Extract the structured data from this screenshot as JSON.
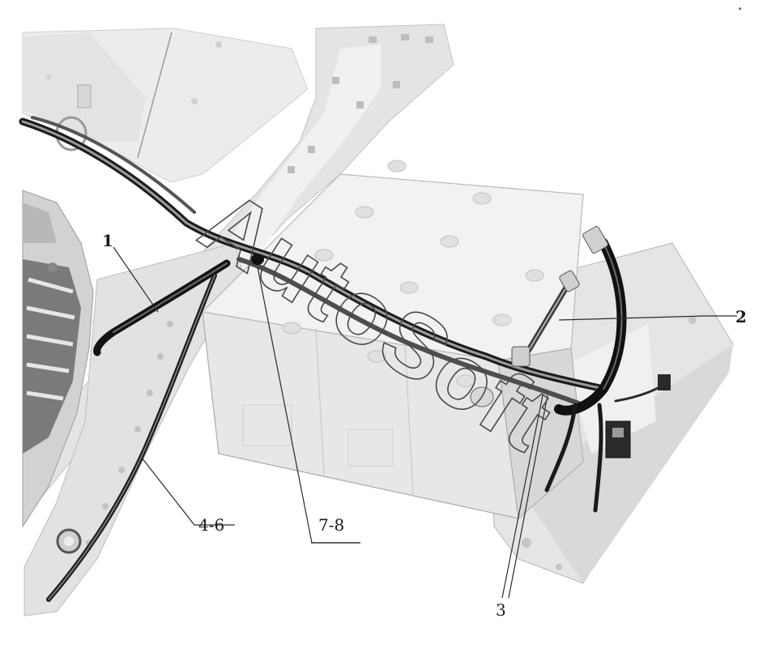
{
  "callouts": {
    "c1": "1",
    "c2": "2",
    "c3": "3",
    "c46": "4-6",
    "c78": "7-8"
  },
  "watermark": "AutoSoft",
  "colors": {
    "paper": "#ffffff",
    "frame_light": "#e9e9e9",
    "frame_mid": "#d6d6d6",
    "frame_dark": "#b9b9b9",
    "cable_black": "#141414",
    "cable_gray": "#4e4e4e",
    "line": "#2a2a2a"
  }
}
